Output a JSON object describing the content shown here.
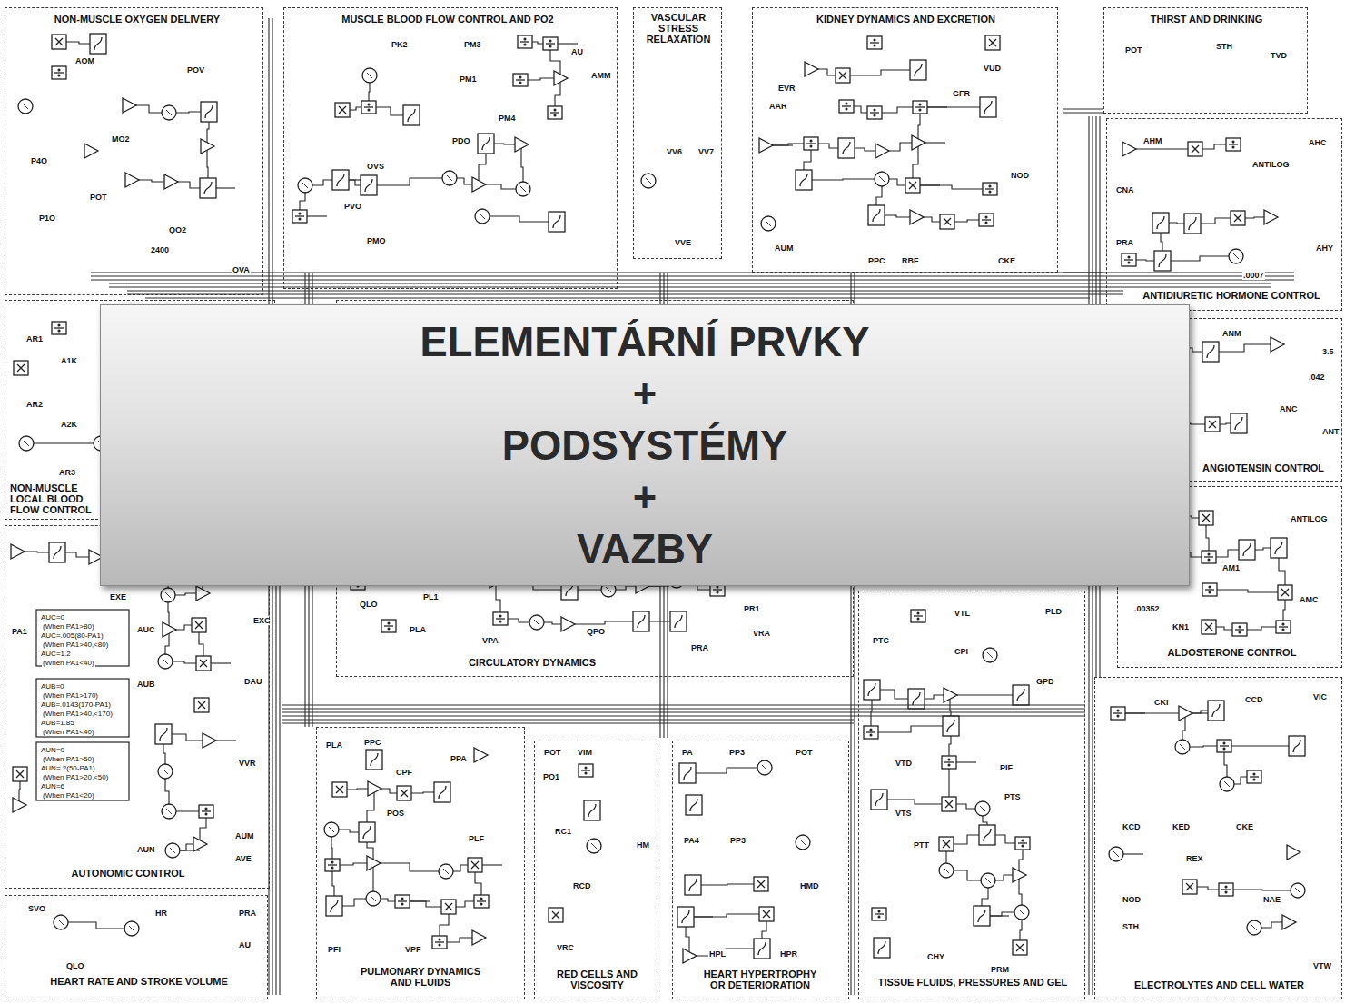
{
  "diagram": {
    "nodes": [
      {
        "text": [
          "ELEMENTÁRNÍ PRVKY",
          "+",
          "PODSYSTÉMY",
          "+",
          "VAZBY"
        ]
      },
      {
        "text": [
          "NON-MUSCLE OXYGEN DELIVERY"
        ]
      },
      {
        "text": [
          "MUSCLE BLOOD FLOW CONTROL AND PO2"
        ]
      },
      {
        "text": [
          "VASCULAR STRESS RELAXATION"
        ]
      },
      {
        "text": [
          "KIDNEY DYNAMICS AND EXCRETION"
        ]
      },
      {
        "text": [
          "THIRST AND DRINKING"
        ]
      },
      {
        "text": [
          "NON-MUSCLE LOCAL BLOOD FLOW CONTROL"
        ]
      },
      {
        "text": [
          "ANTIDIURETIC HORMONE CONTROL"
        ]
      },
      {
        "text": [
          "ANGIOTENSIN CONTROL"
        ]
      },
      {
        "text": [
          "CIRCULATORY DYNAMICS"
        ]
      },
      {
        "text": [
          "ALDOSTERONE CONTROL"
        ]
      },
      {
        "text": [
          "AUTONOMIC CONTROL"
        ]
      },
      {
        "text": [
          "HEART RATE AND STROKE VOLUME"
        ]
      },
      {
        "text": [
          "PULMONARY DYNAMICS AND FLUIDS"
        ]
      },
      {
        "text": [
          "RED CELLS AND VISCOSITY"
        ]
      },
      {
        "text": [
          "HEART HYPERTROPHY OR DETERIORATION"
        ]
      },
      {
        "text": [
          "TISSUE FLUIDS, PRESSURES AND GEL"
        ]
      },
      {
        "text": [
          "ELECTROLYTES AND CELL WATER"
        ]
      }
    ],
    "labels": [
      "POV",
      "AOM",
      "MO2",
      "P4O",
      "POT",
      "P1O",
      "QO2",
      "2400",
      "OVA",
      "PK2",
      "PM3",
      "PM1",
      "PM4",
      "PDO",
      "OVS",
      "PVO",
      "PMO",
      "AU",
      "AMM",
      "VV6",
      "VV7",
      "VVE",
      "EVR",
      "AAR",
      "GFR",
      "VUD",
      "NOD",
      "AUM",
      "PPC",
      "RBF",
      "CKE",
      "POT",
      "STH",
      "TVD",
      "AHM",
      "ANTILOG",
      "AHC",
      "CNA",
      "PRA",
      "AHY",
      ".0007",
      "AR1",
      "A1K",
      "AR2",
      "A2K",
      "AR3",
      "ANM",
      "3.5",
      ".042",
      "ANC",
      "ANT",
      "AM1",
      "ANTILOG",
      ".00352",
      "KN1",
      "AMC",
      "EXE",
      "EXC",
      "PA1",
      "AUC=0",
      "(When PA1>80)",
      "AUC=.005(80-PA1)",
      "(When PA1>40,<80)",
      "AUC=1.2",
      "(When PA1<40)",
      "AUB=0",
      "(When PA1>170)",
      "AUB=.0143(170-PA1)",
      "(When PA1>40,<170)",
      "AUB=1.85",
      "(When PA1<40)",
      "AUN=0",
      "(When PA1>50)",
      "AUN=.2(50-PA1)",
      "(When PA1>20,<50)",
      "AUN=6",
      "(When PA1<20)",
      "AUC",
      "AUB",
      "DAU",
      "VVR",
      "AUN",
      "AUM",
      "AVE",
      "SVO",
      "HR",
      "PRA",
      "QLO",
      "AU",
      "QLO",
      "PL1",
      "PLA",
      "VPA",
      "QPO",
      "PR1",
      "VRA",
      "PRA",
      "PLA",
      "PPC",
      "CPF",
      "PPA",
      "POS",
      "PLF",
      "PFI",
      "VPF",
      "POT",
      "VIM",
      "PO1",
      "RC1",
      "HM",
      "RCD",
      "VRC",
      "PA",
      "PP3",
      "POT",
      "PA4",
      "PP3",
      "HMD",
      "HPL",
      "HPR",
      "VTL",
      "PLD",
      "PTC",
      "CPI",
      "GPD",
      "VTD",
      "PIF",
      "PTS",
      "VTS",
      "PTT",
      "CHY",
      "PRM",
      "CKI",
      "CCD",
      "VIC",
      "KCD",
      "KED",
      "CKE",
      "REX",
      "NAE",
      "NOD",
      "STH",
      "VTW"
    ]
  }
}
